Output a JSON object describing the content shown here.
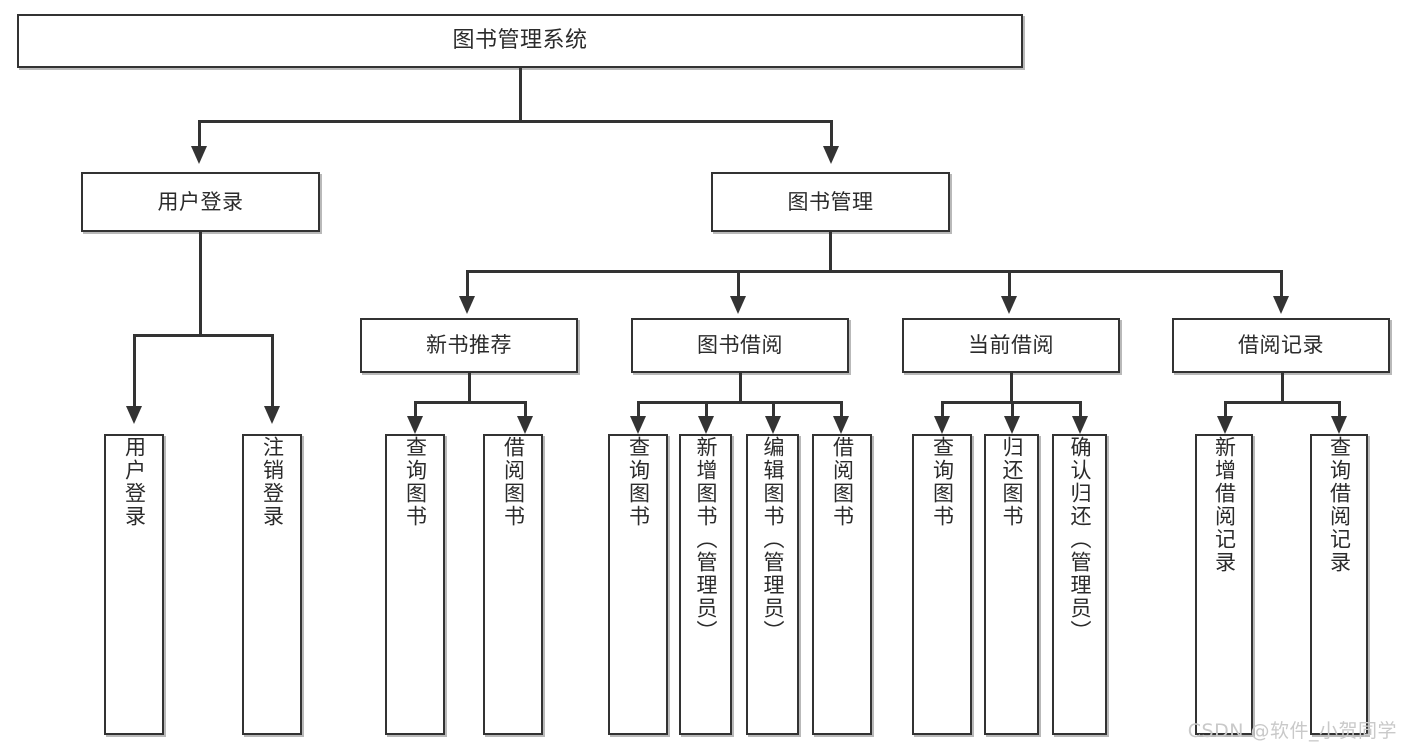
{
  "diagram": {
    "title": "图书管理系统",
    "watermark": "CSDN @软件_小贺同学",
    "colors": {
      "background": "#ffffff",
      "box_border": "#333333",
      "box_fill": "#ffffff",
      "box_shadow": "#b9b9b9",
      "text": "#2b2b2b",
      "connector": "#333333",
      "watermark_text": "#c9c9c9"
    },
    "levels": {
      "level1": [
        {
          "id": "root",
          "label": "图书管理系统"
        }
      ],
      "level2": [
        {
          "id": "user-login",
          "label": "用户登录"
        },
        {
          "id": "book-management",
          "label": "图书管理"
        }
      ],
      "level3": [
        {
          "id": "new-book-recommend",
          "label": "新书推荐"
        },
        {
          "id": "book-borrow",
          "label": "图书借阅"
        },
        {
          "id": "current-borrow",
          "label": "当前借阅"
        },
        {
          "id": "borrow-record",
          "label": "借阅记录"
        }
      ],
      "level4": [
        {
          "id": "leaf-user-login",
          "parent": "user-login",
          "label": "用户登录"
        },
        {
          "id": "leaf-user-logout",
          "parent": "user-login",
          "label": "注销登录"
        },
        {
          "id": "leaf-query-book-1",
          "parent": "new-book-recommend",
          "label": "查询图书"
        },
        {
          "id": "leaf-borrow-book-1",
          "parent": "new-book-recommend",
          "label": "借阅图书"
        },
        {
          "id": "leaf-query-book-2",
          "parent": "book-borrow",
          "label": "查询图书"
        },
        {
          "id": "leaf-add-book",
          "parent": "book-borrow",
          "label": "新增图书（管理员）"
        },
        {
          "id": "leaf-edit-book",
          "parent": "book-borrow",
          "label": "编辑图书（管理员）"
        },
        {
          "id": "leaf-borrow-book-2",
          "parent": "book-borrow",
          "label": "借阅图书"
        },
        {
          "id": "leaf-query-book-3",
          "parent": "current-borrow",
          "label": "查询图书"
        },
        {
          "id": "leaf-return-book",
          "parent": "current-borrow",
          "label": "归还图书"
        },
        {
          "id": "leaf-confirm-return",
          "parent": "current-borrow",
          "label": "确认归还（管理员）"
        },
        {
          "id": "leaf-add-borrow-record",
          "parent": "borrow-record",
          "label": "新增借阅记录"
        },
        {
          "id": "leaf-query-borrow-record",
          "parent": "borrow-record",
          "label": "查询借阅记录"
        }
      ]
    }
  }
}
